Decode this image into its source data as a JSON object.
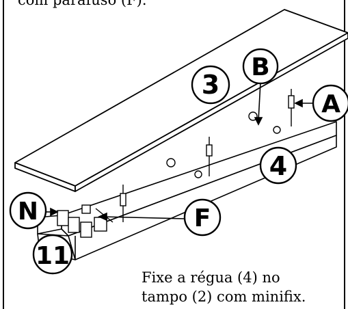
{
  "captions": {
    "top": "com parafuso (F).",
    "bottom_line1": "Fixe a régua (4) no",
    "bottom_line2": "tampo (2) com minifix."
  },
  "callouts": {
    "a": "A",
    "b": "B",
    "n": "N",
    "f": "F",
    "part_3": "3",
    "part_4": "4",
    "part_11": "11"
  }
}
